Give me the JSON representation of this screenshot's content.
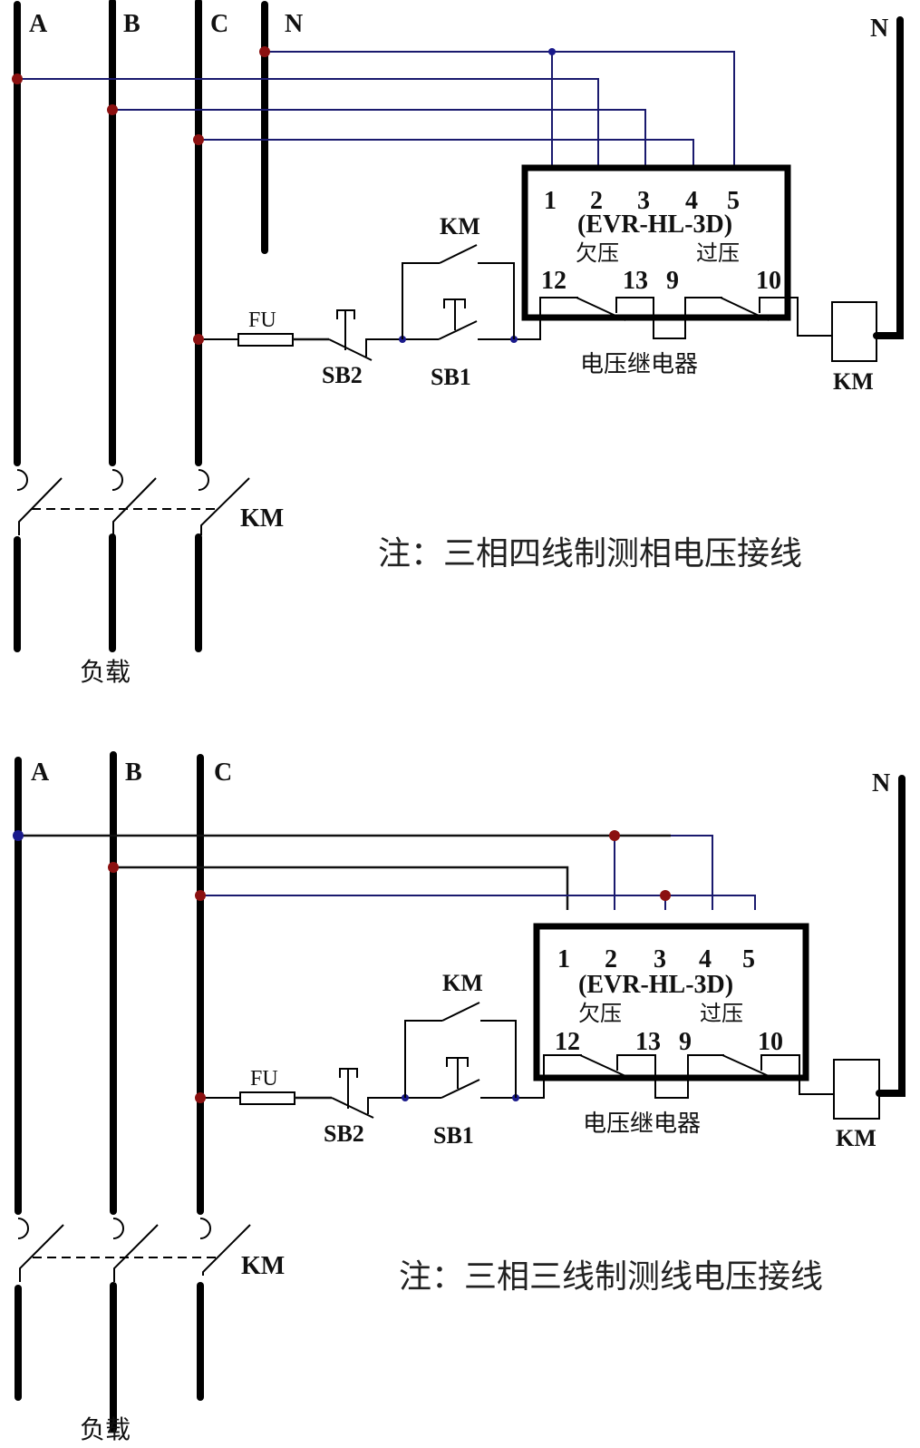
{
  "diagrams": [
    {
      "id": "four-wire",
      "bus_labels": [
        "A",
        "B",
        "C",
        "N"
      ],
      "right_neutral_label": "N",
      "relay": {
        "terminals_top": [
          "1",
          "2",
          "3",
          "4",
          "5"
        ],
        "model": "(EVR-HL-3D)",
        "under_voltage": "欠压",
        "over_voltage": "过压",
        "terminals_bottom": [
          "12",
          "13",
          "9",
          "10"
        ],
        "caption": "电压继电器"
      },
      "fuse_label": "FU",
      "stop_button": "SB2",
      "start_button": "SB1",
      "hold_contact": "KM",
      "coil_label": "KM",
      "main_contact": "KM",
      "load_label": "负载",
      "note": "注：三相四线制测相电压接线"
    },
    {
      "id": "three-wire",
      "bus_labels": [
        "A",
        "B",
        "C"
      ],
      "right_neutral_label": "N",
      "relay": {
        "terminals_top": [
          "1",
          "2",
          "3",
          "4",
          "5"
        ],
        "model": "(EVR-HL-3D)",
        "under_voltage": "欠压",
        "over_voltage": "过压",
        "terminals_bottom": [
          "12",
          "13",
          "9",
          "10"
        ],
        "caption": "电压继电器"
      },
      "fuse_label": "FU",
      "stop_button": "SB2",
      "start_button": "SB1",
      "hold_contact": "KM",
      "coil_label": "KM",
      "main_contact": "KM",
      "load_label": "负载",
      "note": "注：三相三线制测线电压接线"
    }
  ],
  "colors": {
    "wire": "#000000",
    "signal_wire": "#1a1a6e",
    "junction_red": "#8b1010",
    "junction_blue": "#1a1a8b"
  }
}
